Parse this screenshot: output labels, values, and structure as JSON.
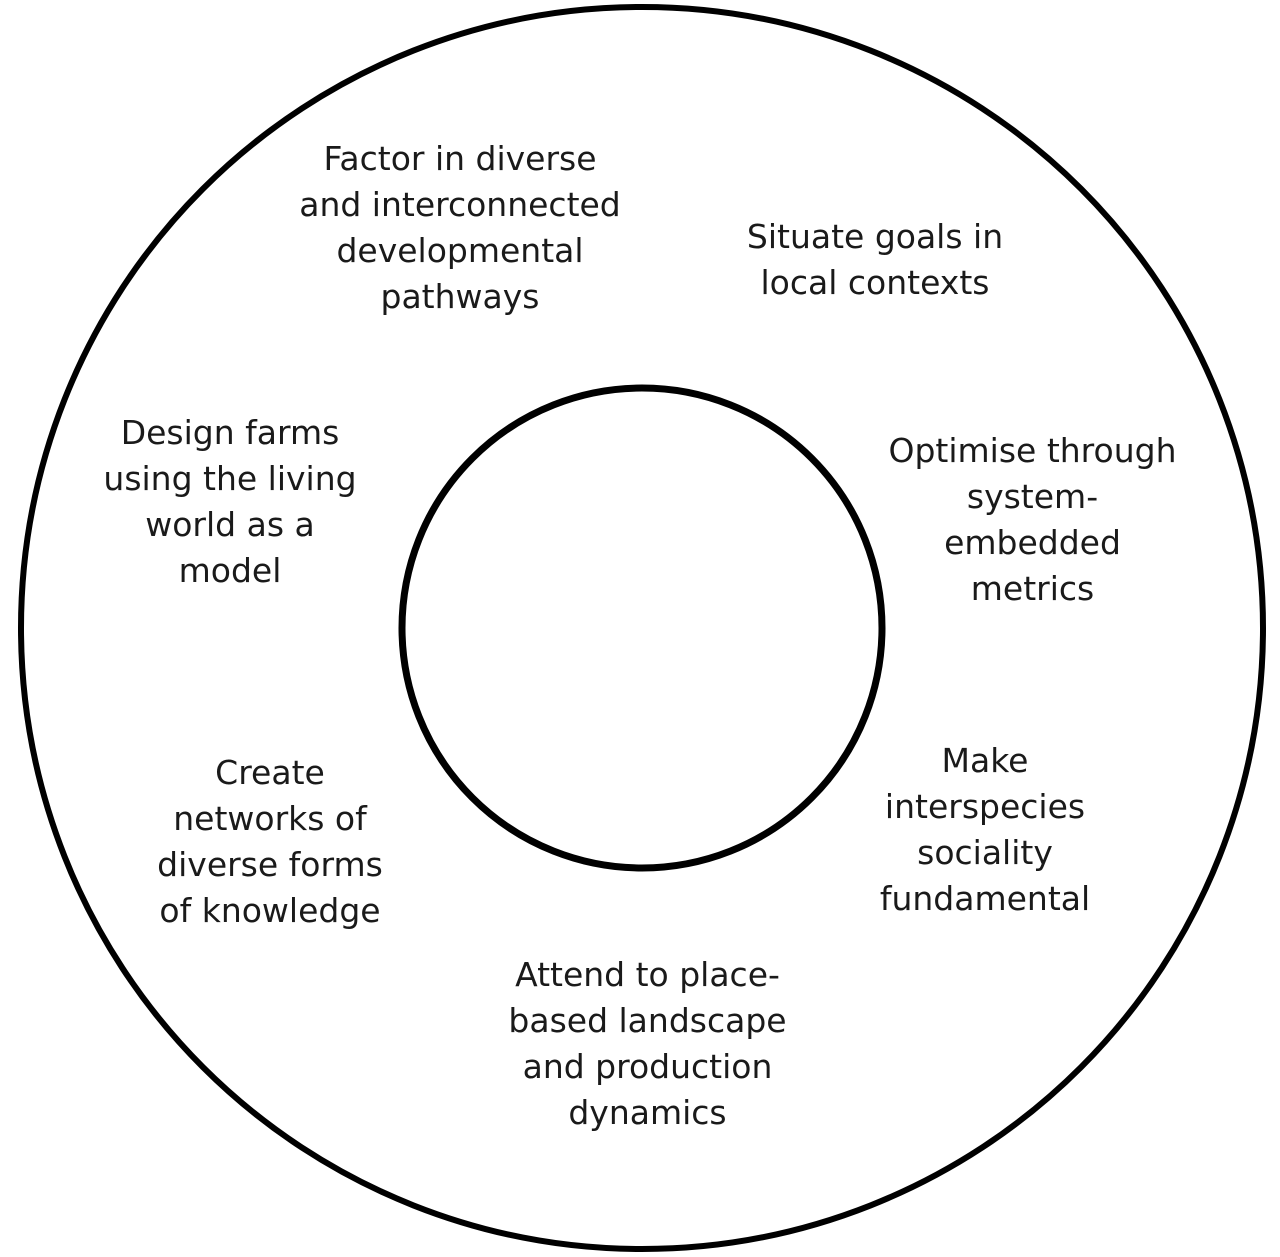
{
  "diagram": {
    "colors": {
      "ring_stroke": "#000000",
      "text": "#1a1a1a",
      "background": "#ffffff"
    },
    "principles": [
      {
        "id": "factor",
        "lines": [
          "Factor in diverse",
          "and interconnected",
          "developmental",
          "pathways"
        ]
      },
      {
        "id": "situate",
        "lines": [
          "Situate goals in",
          "local contexts"
        ]
      },
      {
        "id": "design",
        "lines": [
          "Design farms",
          "using the living",
          "world as a",
          "model"
        ]
      },
      {
        "id": "optimise",
        "lines": [
          "Optimise through",
          "system-",
          "embedded",
          "metrics"
        ]
      },
      {
        "id": "create",
        "lines": [
          "Create",
          "networks of",
          "diverse forms",
          "of knowledge"
        ]
      },
      {
        "id": "make",
        "lines": [
          "Make",
          "interspecies",
          "sociality",
          "fundamental"
        ]
      },
      {
        "id": "attend",
        "lines": [
          "Attend to place-",
          "based landscape",
          "and production",
          "dynamics"
        ]
      }
    ]
  }
}
